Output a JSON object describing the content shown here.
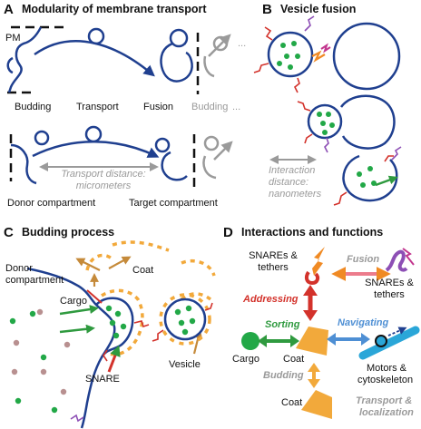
{
  "panels": {
    "a": {
      "letter": "A",
      "title": "Modularity of membrane transport",
      "pm": "PM",
      "steps": [
        "Budding",
        "Transport",
        "Fusion",
        "Budding"
      ],
      "ellipsis": "...",
      "distance_line1": "Transport distance:",
      "distance_line2": "micrometers",
      "donor": "Donor compartment",
      "target": "Target compartment"
    },
    "b": {
      "letter": "B",
      "title": "Vesicle fusion",
      "distance_line1": "Interaction",
      "distance_line2": "distance:",
      "distance_line3": "nanometers"
    },
    "c": {
      "letter": "C",
      "title": "Budding process",
      "donor_line1": "Donor",
      "donor_line2": "compartment",
      "coat": "Coat",
      "cargo": "Cargo",
      "snare": "SNARE",
      "vesicle": "Vesicle"
    },
    "d": {
      "letter": "D",
      "title": "Interactions and functions",
      "snares_left_line1": "SNAREs &",
      "snares_left_line2": "tethers",
      "fusion": "Fusion",
      "snares_right_line1": "SNAREs &",
      "snares_right_line2": "tethers",
      "addressing": "Addressing",
      "sorting": "Sorting",
      "navigating": "Navigating",
      "cargo": "Cargo",
      "coat_center": "Coat",
      "budding": "Budding",
      "motors_line1": "Motors &",
      "motors_line2": "cytoskeleton",
      "coat_bottom": "Coat",
      "transport_line1": "Transport &",
      "transport_line2": "localization"
    }
  },
  "colors": {
    "membrane": "#1f3f8f",
    "cargo": "#22a847",
    "coat": "#f2a93b",
    "snare_red": "#d3322b",
    "tether_purple": "#8d4fb5",
    "fusion_pink": "#ec7c8c",
    "navigate_blue": "#4e8fd4",
    "cytoskeleton": "#2aa6d8",
    "addressing_red": "#d3322b",
    "sorting_green": "#2f9a3f",
    "text_gray": "#9a9a9a",
    "arrow_gray": "#9a9a9a",
    "arrow_brown": "#c58a3a",
    "dot_mauve": "#b89090"
  }
}
